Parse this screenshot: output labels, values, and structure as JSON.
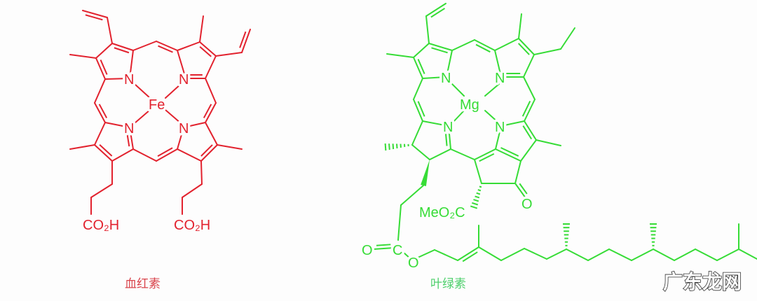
{
  "colors": {
    "heme": "#e2222e",
    "chlorophyll": "#36dc36",
    "heme_caption": "#d9434b",
    "chlorophyll_caption": "#4ccf6a"
  },
  "heme": {
    "caption": "血红素",
    "metal": "Fe",
    "nitrogen": "N",
    "acid_left": "CO₂H",
    "acid_right": "CO₂H"
  },
  "chlorophyll": {
    "caption": "叶绿素",
    "metal": "Mg",
    "nitrogen": "N",
    "ketone_oxygen": "O",
    "methyl_ester": "MeO₂C",
    "ester_carbon": "C",
    "ester_carbonyl_oxygen": "O",
    "ester_oxygen": "O"
  },
  "watermark": "广东龙网"
}
